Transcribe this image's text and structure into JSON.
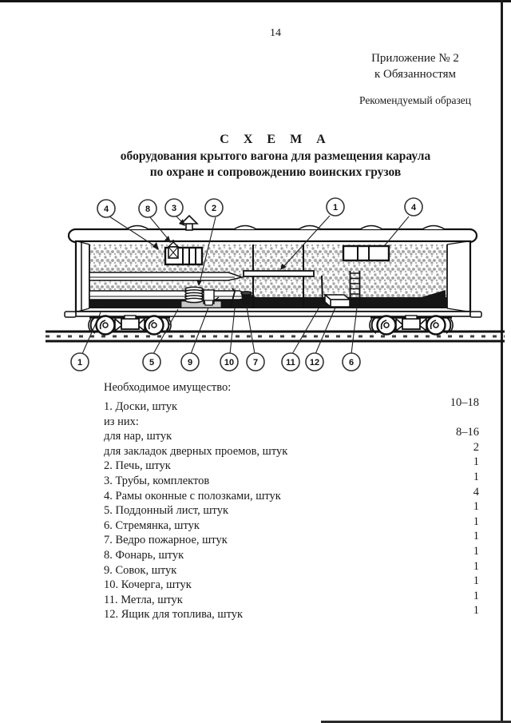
{
  "page": {
    "number": "14"
  },
  "header": {
    "appendix_line1": "Приложение № 2",
    "appendix_line2": "к Обязанностям",
    "note": "Рекомендуемый образец"
  },
  "title": {
    "line1": "С Х Е М А",
    "line2": "оборудования крытого вагона для размещения караула",
    "line3": "по охране и сопровождению воинских грузов"
  },
  "diagram": {
    "description": "Схема крытого вагона (разрез): нары, печь, окна, фонарь, стремянка, ящик для топлива, инвентарь; вагон на тележках на рельсах",
    "callouts_top": [
      "4",
      "8",
      "3",
      "2",
      "1",
      "4"
    ],
    "callouts_bottom": [
      "1",
      "5",
      "9",
      "10",
      "7",
      "11",
      "12",
      "6"
    ]
  },
  "inventory": {
    "heading": "Необходимое имущество:",
    "items": [
      {
        "label": "1. Доски, штук",
        "value": "10–18"
      },
      {
        "label": "из них:",
        "value": ""
      },
      {
        "label": "для нар, штук",
        "value": "8–16"
      },
      {
        "label": "для закладок дверных проемов, штук",
        "value": "2"
      },
      {
        "label": "2. Печь, штук",
        "value": "1"
      },
      {
        "label": "3. Трубы, комплектов",
        "value": "1"
      },
      {
        "label": "4. Рамы оконные с полозками, штук",
        "value": "4"
      },
      {
        "label": "5. Поддонный лист, штук",
        "value": "1"
      },
      {
        "label": "6. Стремянка, штук",
        "value": "1"
      },
      {
        "label": "7. Ведро пожарное, штук",
        "value": "1"
      },
      {
        "label": "8. Фонарь, штук",
        "value": "1"
      },
      {
        "label": "9. Совок, штук",
        "value": "1"
      },
      {
        "label": "10. Кочерга, штук",
        "value": "1"
      },
      {
        "label": "11. Метла, штук",
        "value": "1"
      },
      {
        "label": "12. Ящик для топлива, штук",
        "value": "1"
      }
    ]
  },
  "colors": {
    "paper": "#ffffff",
    "ink": "#1a1a1a"
  }
}
